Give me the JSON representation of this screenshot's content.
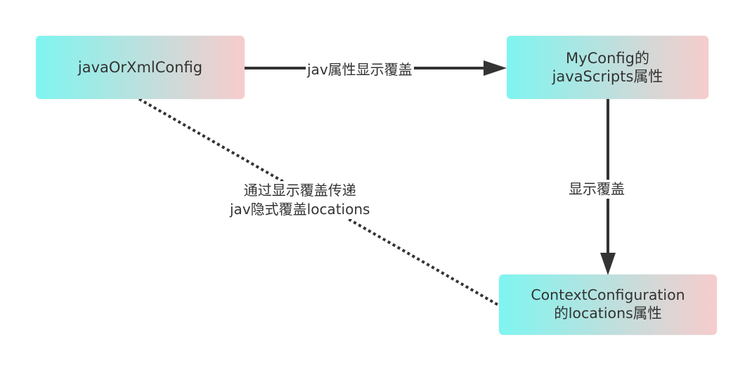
{
  "nodes": {
    "java_or_xml_config": {
      "line1": "javaOrXmlConfig"
    },
    "myconfig_javascripts": {
      "line1": "MyConfig的",
      "line2": "javaScripts属性"
    },
    "context_configuration": {
      "line1": "ContextConfiguration",
      "line2": "的locations属性"
    }
  },
  "edges": {
    "a_to_b": {
      "label": "jav属性显示覆盖",
      "style": "solid-arrow"
    },
    "b_to_c": {
      "label": "显示覆盖",
      "style": "solid-arrow"
    },
    "a_to_c": {
      "label_line1": "通过显示覆盖传递",
      "label_line2": "jav隐式覆盖locations",
      "style": "dotted"
    }
  },
  "colors": {
    "node_gradient_start": "#7ff5f0",
    "node_gradient_end": "#f7cccc",
    "edge": "#333333",
    "text": "#333333"
  }
}
